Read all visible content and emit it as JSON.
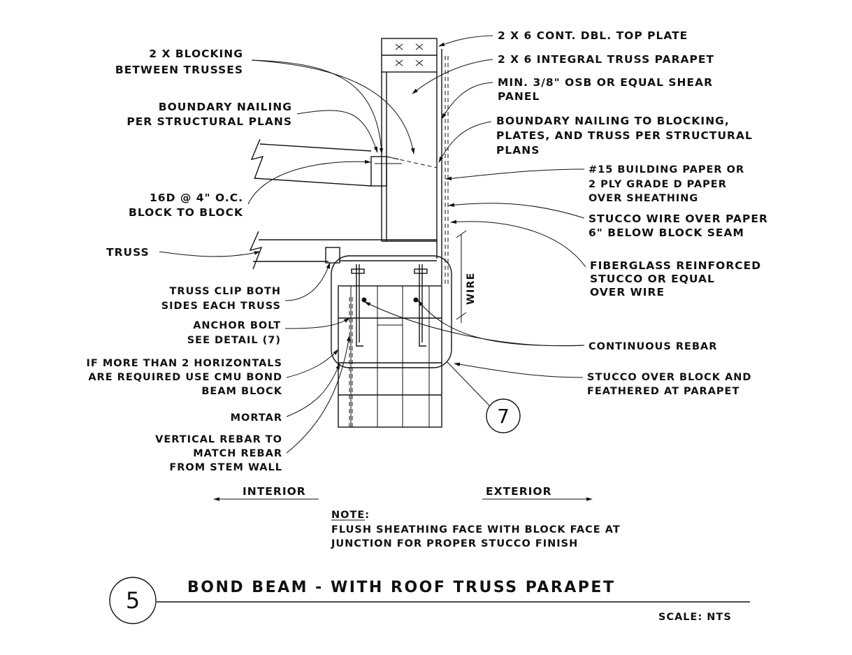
{
  "labels": {
    "blocking": [
      "2 X BLOCKING",
      "BETWEEN TRUSSES"
    ],
    "boundary_nailing": [
      "BOUNDARY NAILING",
      "PER STRUCTURAL PLANS"
    ],
    "nails": [
      "16D @ 4\" O.C.",
      "BLOCK TO BLOCK"
    ],
    "truss": "TRUSS",
    "truss_clip": [
      "TRUSS CLIP BOTH",
      "SIDES EACH TRUSS"
    ],
    "anchor_bolt": [
      "ANCHOR BOLT",
      "SEE DETAIL (7)"
    ],
    "bond_beam_note": [
      "IF MORE THAN 2 HORIZONTALS",
      "ARE REQUIRED USE CMU BOND",
      "BEAM BLOCK"
    ],
    "mortar": "MORTAR",
    "vertical_rebar": [
      "VERTICAL REBAR TO",
      "MATCH REBAR",
      "FROM STEM WALL"
    ],
    "top_plate": "2 X 6 CONT. DBL. TOP PLATE",
    "parapet": "2 X 6 INTEGRAL TRUSS PARAPET",
    "osb": [
      "MIN. 3/8\" OSB OR EQUAL SHEAR",
      "PANEL"
    ],
    "boundary_nailing_right": [
      "BOUNDARY NAILING TO BLOCKING,",
      "PLATES, AND TRUSS PER STRUCTURAL",
      "PLANS"
    ],
    "building_paper": [
      "#15 BUILDING PAPER OR",
      "2 PLY GRADE D PAPER",
      "OVER SHEATHING"
    ],
    "stucco_wire": [
      "STUCCO WIRE OVER PAPER",
      "6\" BELOW BLOCK SEAM"
    ],
    "fiberglass": [
      "FIBERGLASS REINFORCED",
      "STUCCO OR EQUAL",
      "OVER WIRE"
    ],
    "continuous_rebar": "CONTINUOUS REBAR",
    "stucco_over_block": [
      "STUCCO OVER BLOCK AND",
      "FEATHERED AT PARAPET"
    ],
    "wire": "WIRE",
    "detail_ref": "7",
    "interior": "INTERIOR",
    "exterior": "EXTERIOR"
  },
  "note": {
    "heading": "NOTE:",
    "lines": [
      "FLUSH SHEATHING FACE WITH BLOCK FACE AT",
      "JUNCTION FOR PROPER  STUCCO  FINISH"
    ]
  },
  "title_block": {
    "number": "5",
    "title": "BOND BEAM - WITH ROOF TRUSS PARAPET",
    "scale": "SCALE: NTS"
  }
}
